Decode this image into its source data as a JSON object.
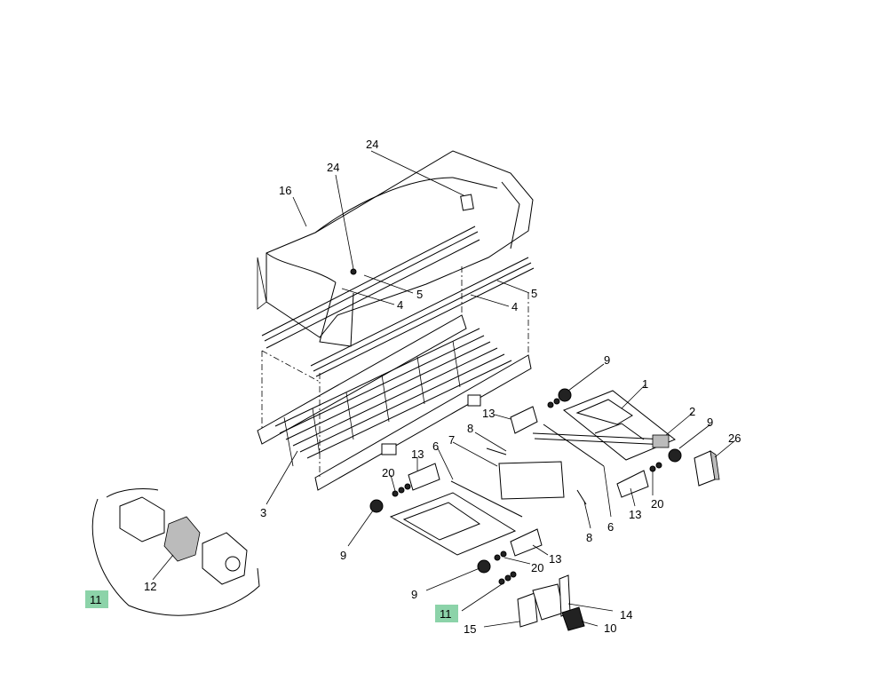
{
  "diagram": {
    "callouts": [
      "24",
      "24",
      "16",
      "5",
      "4",
      "5",
      "4",
      "9",
      "1",
      "13",
      "2",
      "9",
      "26",
      "8",
      "6",
      "7",
      "13",
      "20",
      "20",
      "6",
      "13",
      "8",
      "3",
      "9",
      "9",
      "20",
      "13",
      "11",
      "11",
      "12",
      "14",
      "15",
      "10"
    ],
    "highlight_color": "#8cd3a9"
  }
}
